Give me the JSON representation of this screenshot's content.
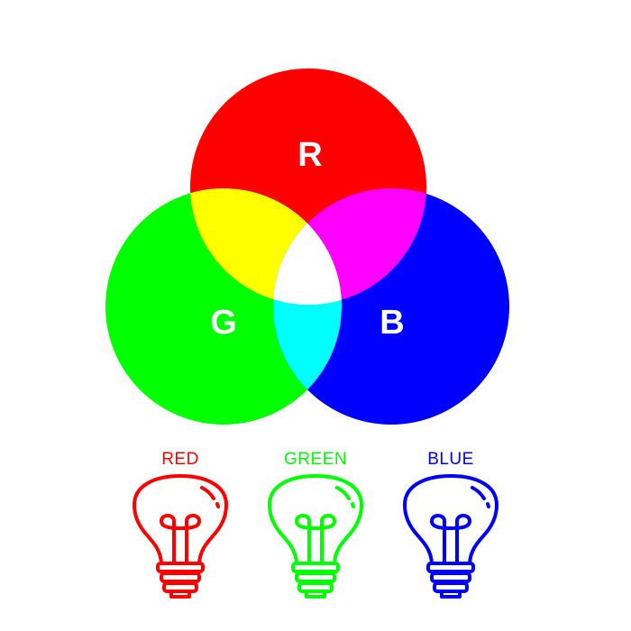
{
  "diagram": {
    "circles": [
      {
        "letter": "R",
        "color": "#ff0000"
      },
      {
        "letter": "G",
        "color": "#00ff00"
      },
      {
        "letter": "B",
        "color": "#0000ff"
      }
    ],
    "overlaps": {
      "red_green": "#ffff00",
      "red_blue": "#ff00ff",
      "green_blue": "#00ffff",
      "all": "#ffffff"
    },
    "bulbs": [
      {
        "label": "RED",
        "color": "#ff0000",
        "icon": "light-bulb-icon"
      },
      {
        "label": "GREEN",
        "color": "#00ff00",
        "icon": "light-bulb-icon"
      },
      {
        "label": "BLUE",
        "color": "#0000ff",
        "icon": "light-bulb-icon"
      }
    ]
  }
}
